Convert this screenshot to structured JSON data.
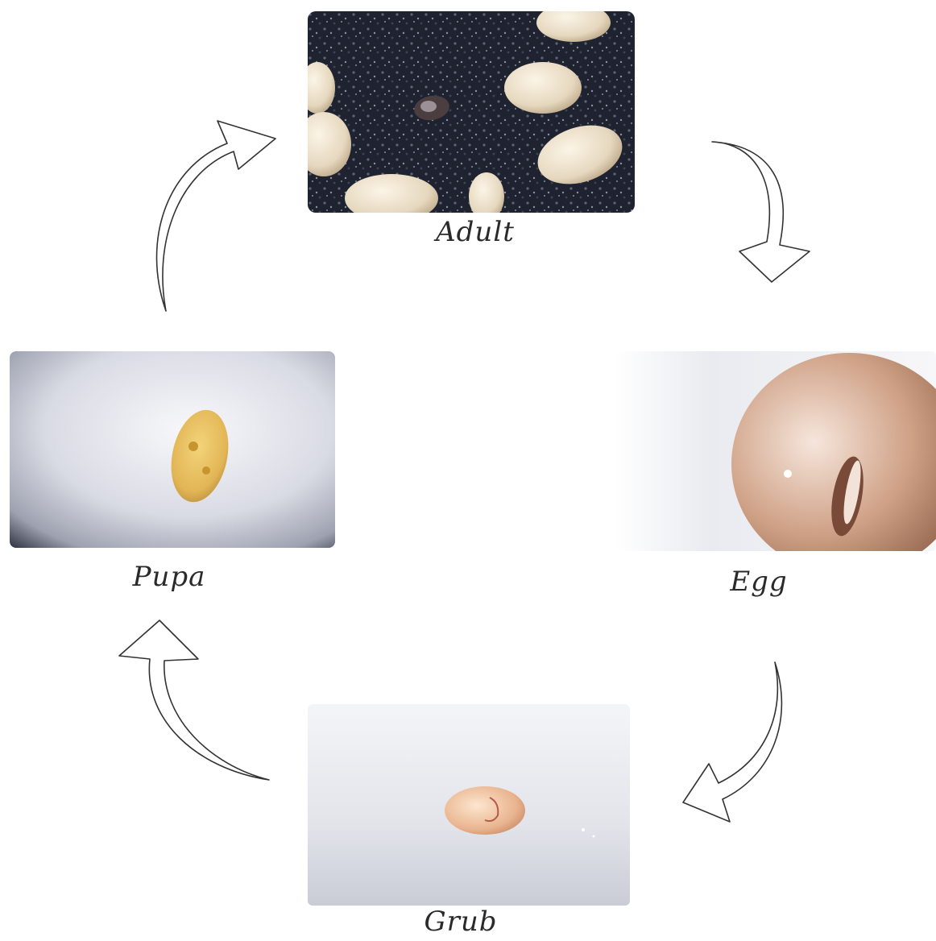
{
  "stages": {
    "adult": {
      "label": "Adult"
    },
    "egg": {
      "label": "Egg"
    },
    "grub": {
      "label": "Grub"
    },
    "pupa": {
      "label": "Pupa"
    }
  },
  "colors": {
    "background": "#ffffff",
    "label_text": "#2a2a2a",
    "arrow_stroke": "#333333",
    "granite_dark": "#1f2330",
    "bean_cream": "#ece2cf",
    "egg_bean": "#b88a6e",
    "grub_body": "#e9b48f",
    "pupa_body": "#e2b555"
  },
  "icons": {
    "arrow_adult_to_egg": "curved-arrow-icon",
    "arrow_egg_to_grub": "curved-arrow-icon",
    "arrow_grub_to_pupa": "curved-arrow-icon",
    "arrow_pupa_to_adult": "curved-arrow-icon"
  }
}
